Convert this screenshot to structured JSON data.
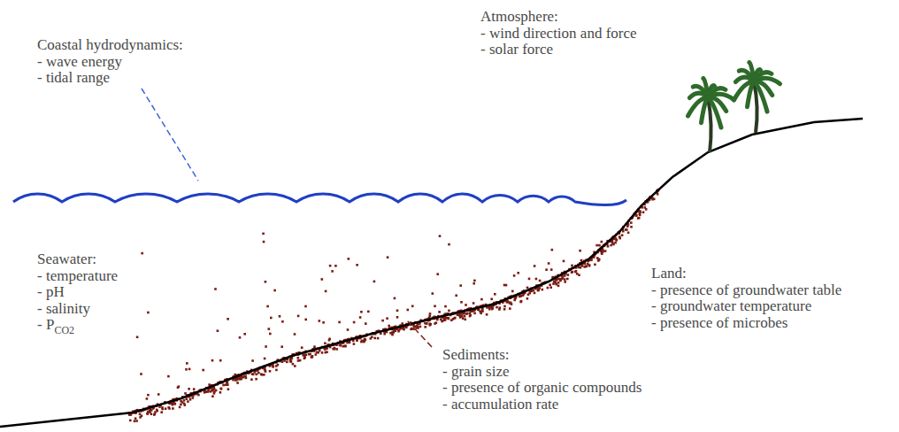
{
  "diagram": {
    "labels": [
      "Atmosphere:",
      "- wind direction and force",
      "- solar force",
      "Coastal hydrodynamics:",
      "- wave energy",
      "- tidal range",
      "Seawater:",
      "- temperature",
      "- pH",
      "- salinity",
      "- P",
      "CO2",
      "Land:",
      "- presence of groundwater table",
      "- groundwater temperature",
      "- presence of microbes",
      "Sediments:",
      "- grain size",
      "- presence of organic compounds",
      "- accumulation rate"
    ]
  }
}
